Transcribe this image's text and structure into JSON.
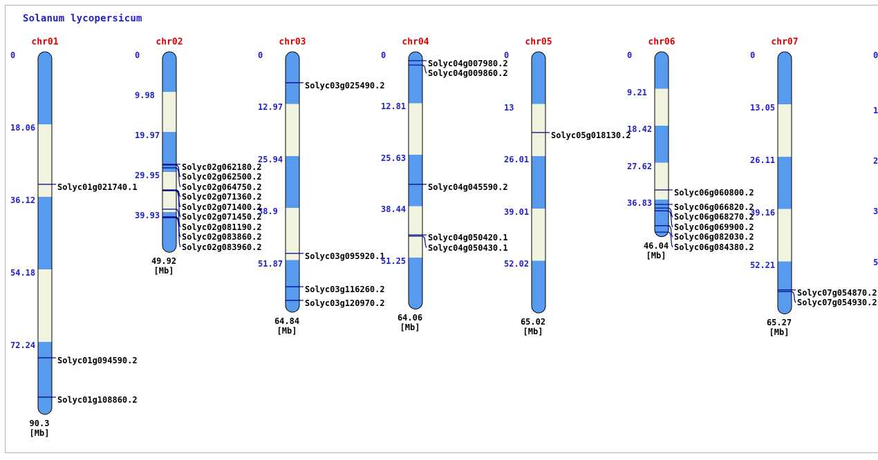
{
  "title": "Solanum lycopersicum",
  "unit_label": "[Mb]",
  "colors": {
    "background": "#ffffff",
    "frame": "#b0b0b0",
    "chromosome_fill_blue": "#589aed",
    "chromosome_band_cream": "#f0f4de",
    "chromosome_outline": "#000000",
    "marker_line": "#00008c",
    "title_text": "#2020cd",
    "position_text": "#2020cd",
    "chromosome_name_text": "#dd0000",
    "gene_text": "#000000"
  },
  "chart_data": {
    "type": "karyotype",
    "organism": "Solanum lycopersicum",
    "position_unit": "Mb",
    "band_pattern": "five equal segments per chromosome, alternating blue/cream starting with blue",
    "chromosomes": [
      {
        "name": "chr01",
        "length_mb": 90.3,
        "length_label": "90.3",
        "position_labels": [
          "0",
          "18.06",
          "36.12",
          "54.18",
          "72.24"
        ],
        "position_values": [
          0,
          18.06,
          36.12,
          54.18,
          72.24
        ],
        "genes": [
          {
            "id": "Solyc01g021740.1",
            "pos_mb": 33.0
          },
          {
            "id": "Solyc01g094590.2",
            "pos_mb": 76.2
          },
          {
            "id": "Solyc01g108860.2",
            "pos_mb": 86.0
          }
        ]
      },
      {
        "name": "chr02",
        "length_mb": 49.92,
        "length_label": "49.92",
        "position_labels": [
          "0",
          "9.98",
          "19.97",
          "29.95",
          "39.93"
        ],
        "position_values": [
          0,
          9.98,
          19.97,
          29.95,
          39.93
        ],
        "genes": [
          {
            "id": "Solyc02g062180.2",
            "pos_mb": 28.0
          },
          {
            "id": "Solyc02g062500.2",
            "pos_mb": 28.2
          },
          {
            "id": "Solyc02g064750.2",
            "pos_mb": 28.9
          },
          {
            "id": "Solyc02g071360.2",
            "pos_mb": 34.4
          },
          {
            "id": "Solyc02g071400.2",
            "pos_mb": 34.5
          },
          {
            "id": "Solyc02g071450.2",
            "pos_mb": 34.6
          },
          {
            "id": "Solyc02g081190.2",
            "pos_mb": 39.2
          },
          {
            "id": "Solyc02g083860.2",
            "pos_mb": 41.1
          },
          {
            "id": "Solyc02g083960.2",
            "pos_mb": 41.3
          }
        ]
      },
      {
        "name": "chr03",
        "length_mb": 64.84,
        "length_label": "64.84",
        "position_labels": [
          "0",
          "12.97",
          "25.94",
          "38.9",
          "51.87"
        ],
        "position_values": [
          0,
          12.97,
          25.94,
          38.9,
          51.87
        ],
        "genes": [
          {
            "id": "Solyc03g025490.2",
            "pos_mb": 7.7
          },
          {
            "id": "Solyc03g095920.1",
            "pos_mb": 50.2
          },
          {
            "id": "Solyc03g116260.2",
            "pos_mb": 58.5
          },
          {
            "id": "Solyc03g120970.2",
            "pos_mb": 61.9
          }
        ]
      },
      {
        "name": "chr04",
        "length_mb": 64.06,
        "length_label": "64.06",
        "position_labels": [
          "0",
          "12.81",
          "25.63",
          "38.44",
          "51.25"
        ],
        "position_values": [
          0,
          12.81,
          25.63,
          38.44,
          51.25
        ],
        "genes": [
          {
            "id": "Solyc04g007980.2",
            "pos_mb": 2.2
          },
          {
            "id": "Solyc04g009860.2",
            "pos_mb": 3.3
          },
          {
            "id": "Solyc04g045590.2",
            "pos_mb": 33.0
          },
          {
            "id": "Solyc04g050420.1",
            "pos_mb": 45.6
          },
          {
            "id": "Solyc04g050430.1",
            "pos_mb": 45.9
          }
        ]
      },
      {
        "name": "chr05",
        "length_mb": 65.02,
        "length_label": "65.02",
        "position_labels": [
          "0",
          "13",
          "26.01",
          "39.01",
          "52.02"
        ],
        "position_values": [
          0,
          13,
          26.01,
          39.01,
          52.02
        ],
        "genes": [
          {
            "id": "Solyc05g018130.2",
            "pos_mb": 20.1
          }
        ]
      },
      {
        "name": "chr06",
        "length_mb": 46.04,
        "length_label": "46.04",
        "position_labels": [
          "0",
          "9.21",
          "18.42",
          "27.62",
          "36.83"
        ],
        "position_values": [
          0,
          9.21,
          18.42,
          27.62,
          36.83
        ],
        "genes": [
          {
            "id": "Solyc06g060800.2",
            "pos_mb": 34.4
          },
          {
            "id": "Solyc06g066820.2",
            "pos_mb": 38.0
          },
          {
            "id": "Solyc06g068270.2",
            "pos_mb": 38.9
          },
          {
            "id": "Solyc06g069900.2",
            "pos_mb": 39.6
          },
          {
            "id": "Solyc06g082030.2",
            "pos_mb": 43.3
          },
          {
            "id": "Solyc06g084380.2",
            "pos_mb": 44.9
          }
        ]
      },
      {
        "name": "chr07",
        "length_mb": 65.27,
        "length_label": "65.27",
        "position_labels": [
          "0",
          "13.05",
          "26.11",
          "39.16",
          "52.21"
        ],
        "position_values": [
          0,
          13.05,
          26.11,
          39.16,
          52.21
        ],
        "genes": [
          {
            "id": "Solyc07g054870.2",
            "pos_mb": 59.3
          },
          {
            "id": "Solyc07g054930.2",
            "pos_mb": 59.7
          }
        ]
      }
    ],
    "truncated_chromosome": {
      "layout_hint": "eighth column clipped by right image edge; only first digits of its position labels are visible",
      "visible_fragments": [
        {
          "text": "0",
          "pos_mb": 0
        },
        {
          "text": "1",
          "pos_mb": 13.7
        },
        {
          "text": "2",
          "pos_mb": 26.3
        },
        {
          "text": "3",
          "pos_mb": 38.9
        },
        {
          "text": "5",
          "pos_mb": 51.6
        }
      ]
    }
  }
}
